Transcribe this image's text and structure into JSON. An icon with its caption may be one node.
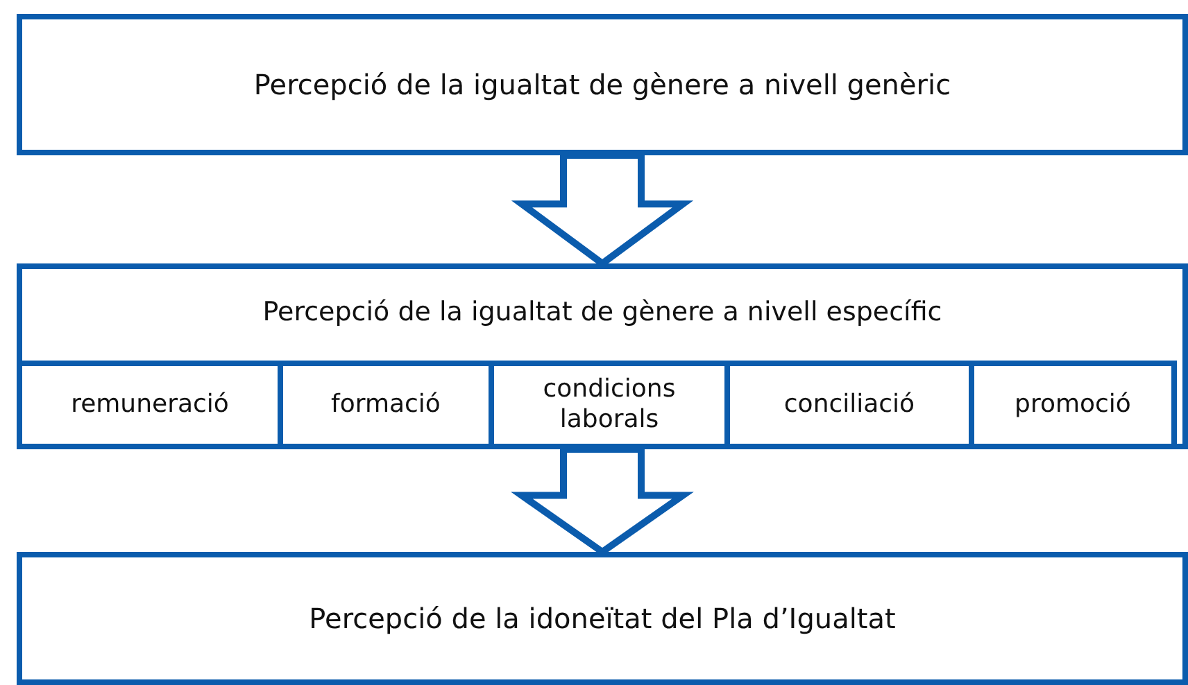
{
  "diagram": {
    "nodes": [
      {
        "text": [
          "Percepció de la igualtat de gènere a nivell genèric"
        ]
      },
      {
        "text": [
          "Percepció de la igualtat de gènere a nivell específic"
        ]
      },
      {
        "text": [
          "remuneració"
        ],
        "in": 1
      },
      {
        "text": [
          "formació"
        ],
        "in": 1
      },
      {
        "text": [
          "condicions laborals"
        ],
        "in": 1
      },
      {
        "text": [
          "conciliació"
        ],
        "in": 1
      },
      {
        "text": [
          "promoció"
        ],
        "in": 1
      },
      {
        "text": [
          "Percepció de la idoneïtat del Pla d’Igualtat"
        ]
      }
    ],
    "edges": [
      {
        "from": 0,
        "to": 1,
        "arrow": "to",
        "style": "thick"
      },
      {
        "from": 1,
        "to": 7,
        "arrow": "to",
        "style": "thick"
      }
    ]
  }
}
